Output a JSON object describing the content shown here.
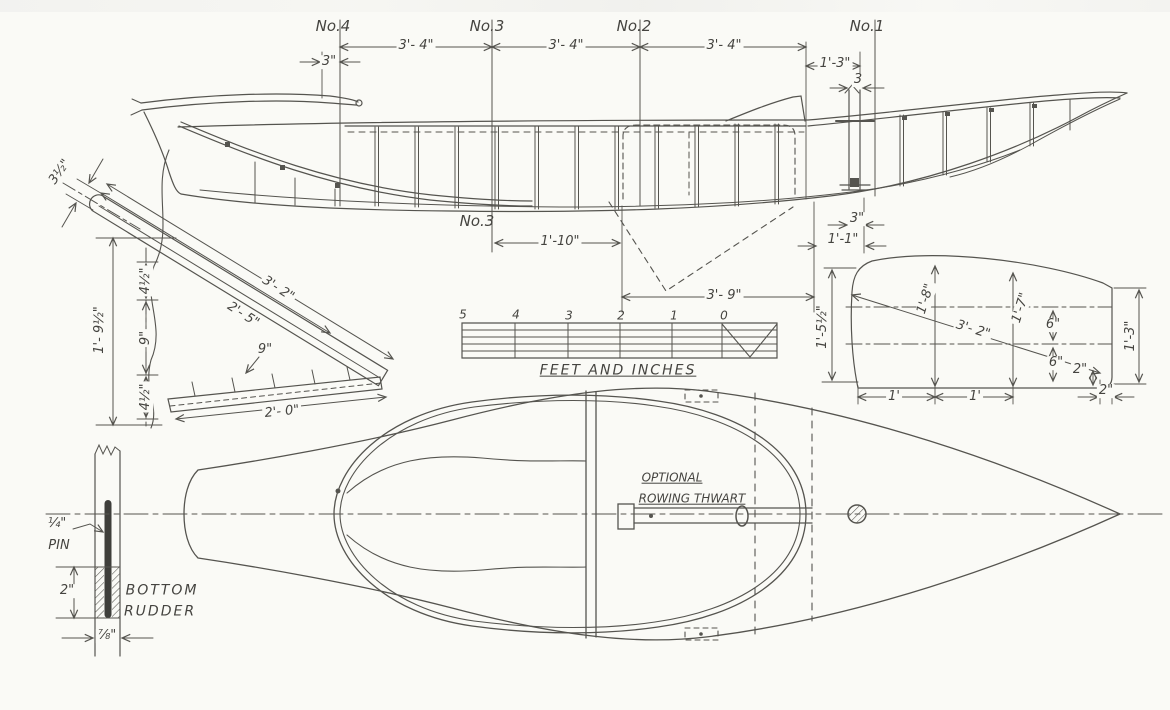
{
  "palette": {
    "paper": "#fafaf6",
    "ink": "#55544f",
    "text": "#454440"
  },
  "stations": {
    "no4": "No.4",
    "no3": "No.3",
    "no2": "No.2",
    "no1": "No.1",
    "no3_lower": "No.3"
  },
  "profile_dims": {
    "stern_overhang": "3\"",
    "bay_1": "3'- 4\"",
    "bay_2": "3'- 4\"",
    "bay_3": "3'- 4\"",
    "bow_panel": "1'-3\"",
    "mast_width_top": "3",
    "cockpit_to_no3": "1'-10\"",
    "board_span": "3'- 9\"",
    "mast_width_bottom": "3\"",
    "mast_to_frame": "1'-1\""
  },
  "steering_board": {
    "blade_width": "3½\"",
    "blade_length": "3'- 2\"",
    "blade_partial": "2'- 5\"",
    "tip_offset": "9\"",
    "overall_height": "1'- 9½\"",
    "seg_top": "4½\"",
    "seg_mid": "9\"",
    "seg_bottom": "4½\"",
    "base_length": "2'- 0\""
  },
  "scale_bar": {
    "ticks": [
      "5",
      "4",
      "3",
      "2",
      "1",
      "0"
    ],
    "caption": "FEET AND INCHES"
  },
  "rudder_blade": {
    "left_height": "1'-5½\"",
    "vert_1": "1'-8\"",
    "diagonal": "3'- 2\"",
    "vert_2": "1'-7\"",
    "six_upper": "6\"",
    "six_lower": "6\"",
    "diag_tip": "2\"",
    "right_height": "1'-3\"",
    "bottom_1": "1'",
    "bottom_2": "1'",
    "bottom_3": "2\""
  },
  "pin_detail": {
    "pin_dia": "¼\"",
    "pin_word": "PIN",
    "depth": "2\"",
    "slot_width": "⅞\"",
    "title_line1": "BOTTOM",
    "title_line2": "RUDDER"
  },
  "plan_view": {
    "note_line1": "OPTIONAL",
    "note_line2": "ROWING THWART"
  }
}
